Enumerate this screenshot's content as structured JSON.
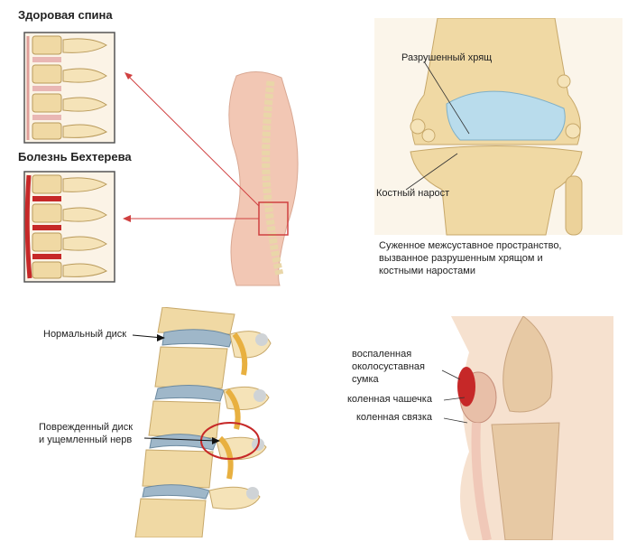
{
  "spine_panel": {
    "healthy_label": "Здоровая спина",
    "disease_label": "Болезнь Бехтерева"
  },
  "knee_panel": {
    "cartilage_label": "Разрушенный хрящ",
    "bone_spur_label": "Костный нарост",
    "caption_lines": [
      "Суженное межсуставное пространство,",
      "вызванное разрушенным хрящом и",
      "костными наростами"
    ]
  },
  "disc_panel": {
    "normal_disc_label": "Нормальный диск",
    "damaged_disc_lines": [
      "Поврежденный диск",
      "и ущемленный нерв"
    ]
  },
  "bursa_panel": {
    "bursa_lines": [
      "воспаленная",
      "околосуставная",
      "сумка"
    ],
    "patella_label": "коленная чашечка",
    "ligament_label": "коленная связка"
  },
  "colors": {
    "bone": "#f0d9a4",
    "disc_blue": "#9fb7c9",
    "inflamed": "#c62828",
    "cartilage": "#b9dcec",
    "skin": "#f2c7b4",
    "pointer": "#d04040"
  }
}
